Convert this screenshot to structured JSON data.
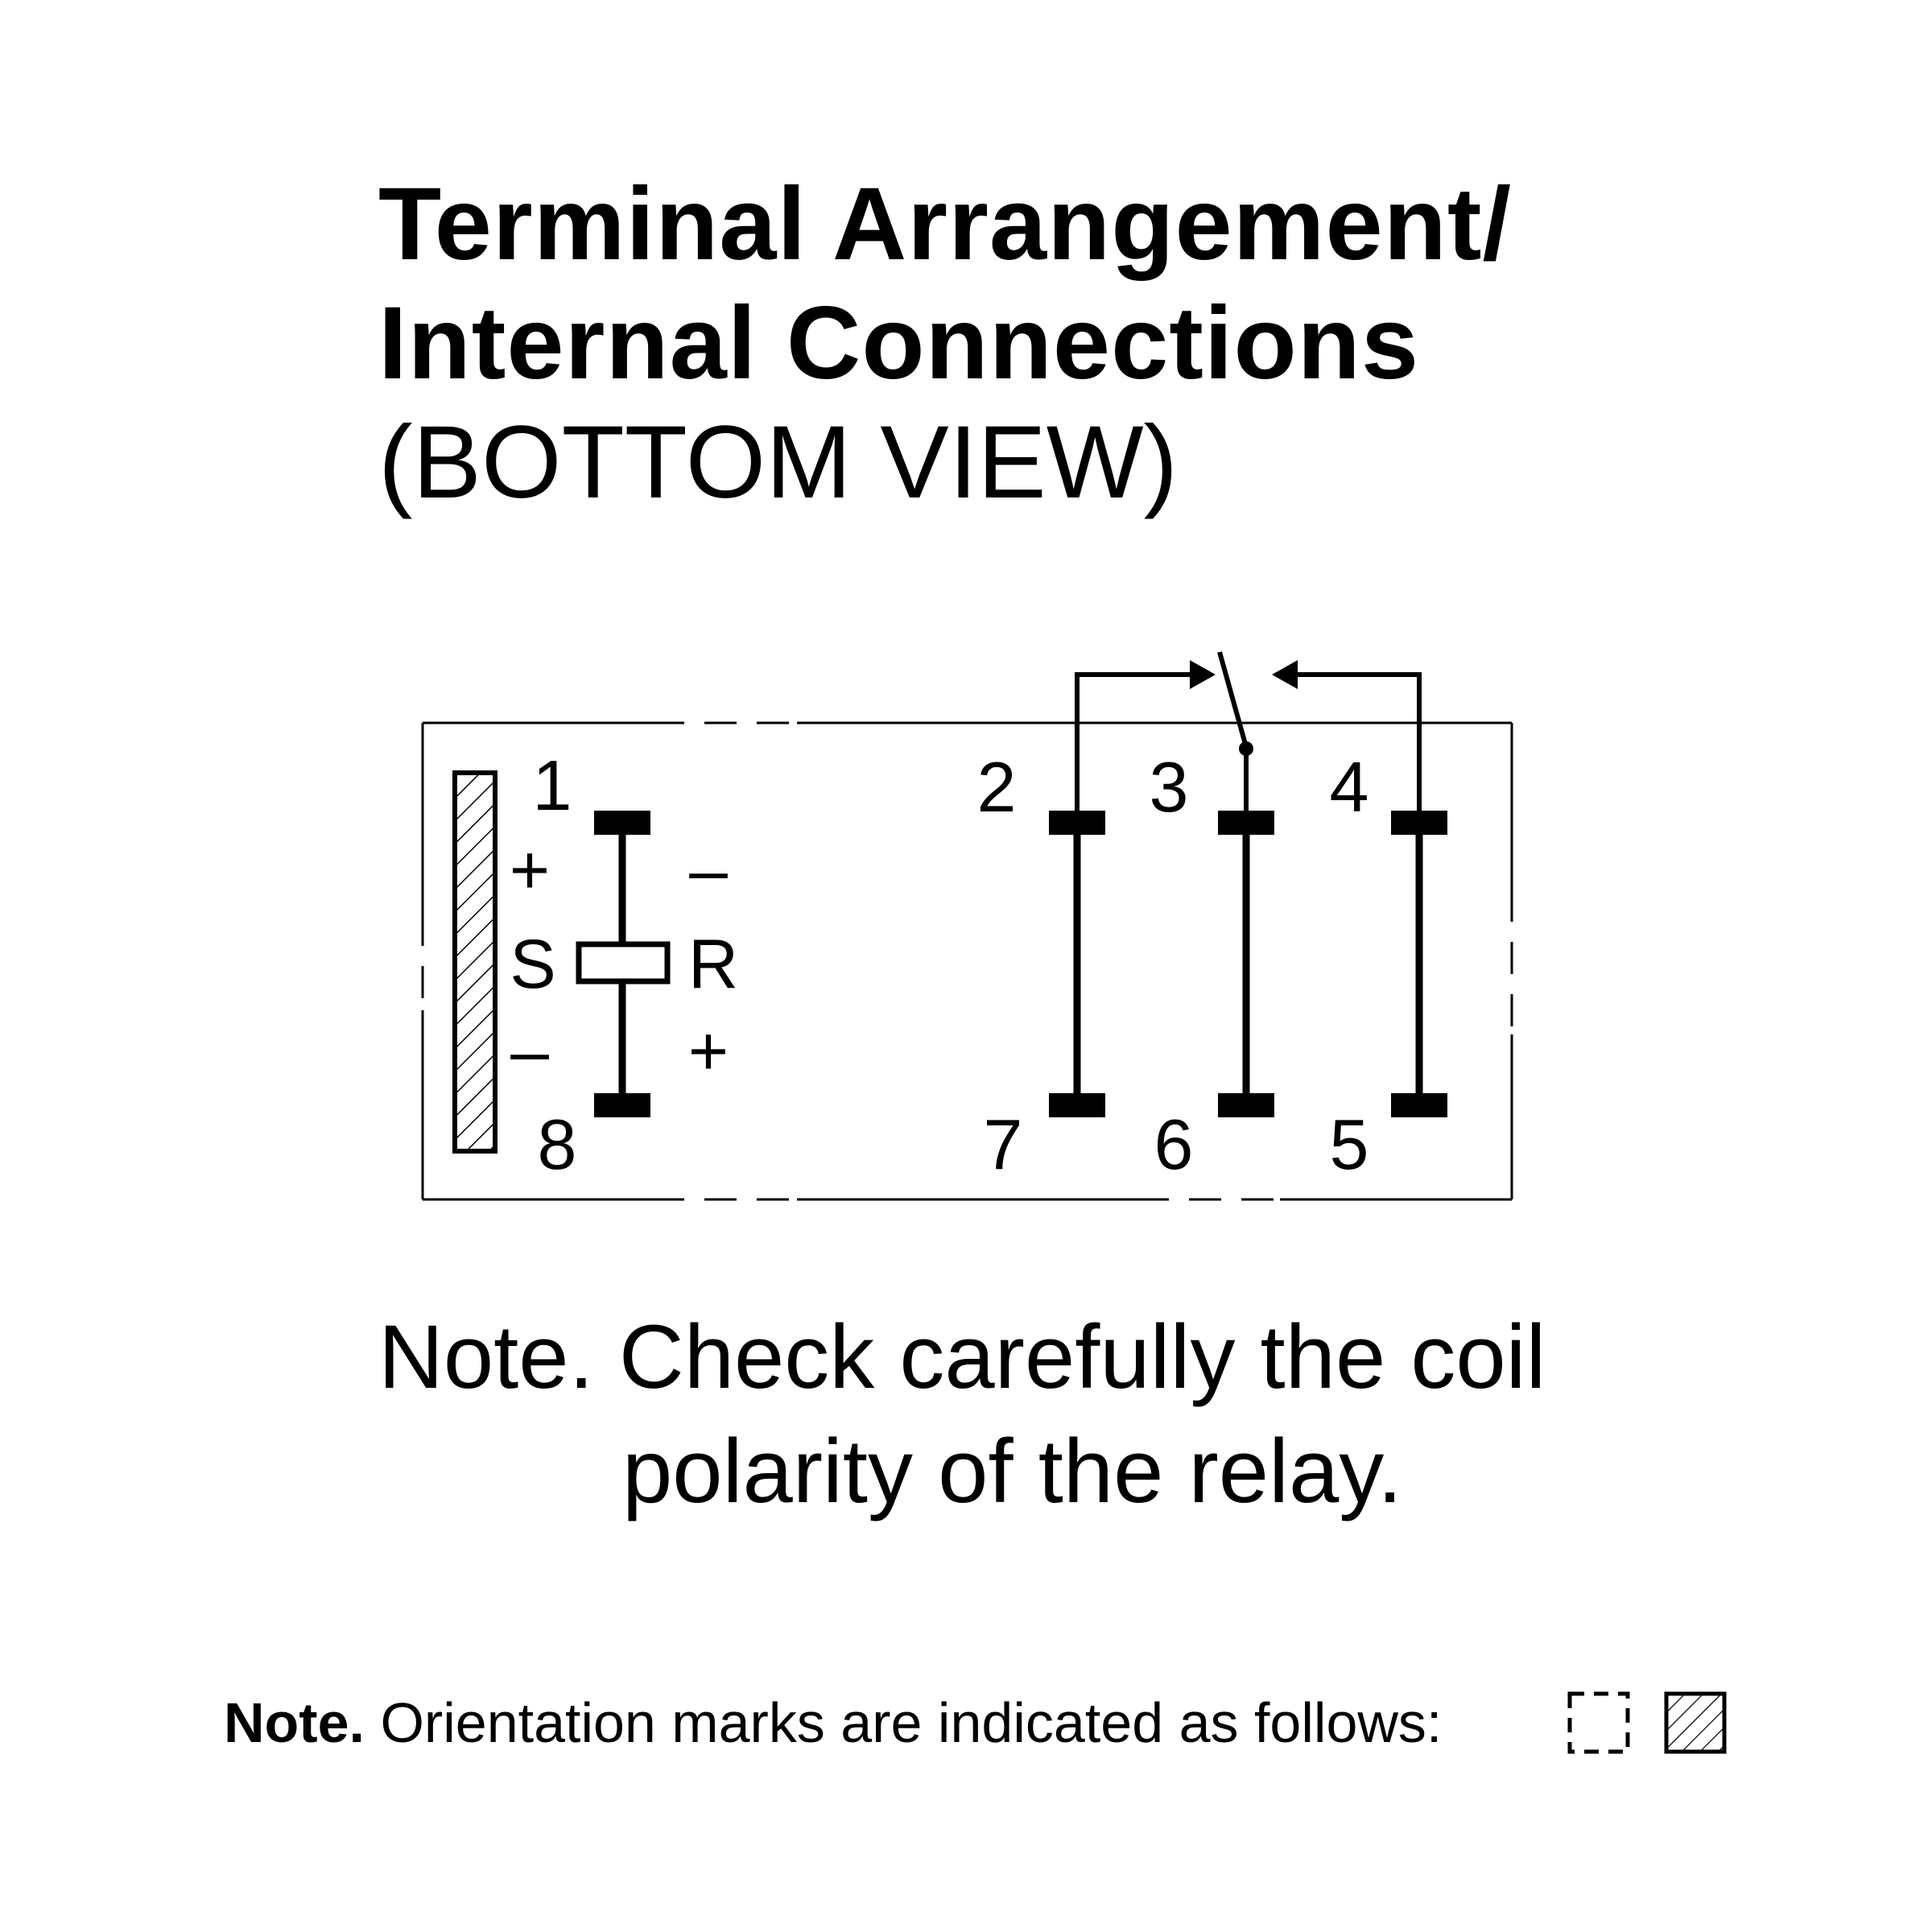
{
  "title": {
    "line1": "Terminal Arrangement/",
    "line2": "Internal Connections",
    "line3": "(BOTTOM VIEW)"
  },
  "diagram": {
    "terminals": {
      "t1": "1",
      "t2": "2",
      "t3": "3",
      "t4": "4",
      "t5": "5",
      "t6": "6",
      "t7": "7",
      "t8": "8"
    },
    "coil": {
      "set_label": "S",
      "reset_label": "R",
      "set_top_sign": "+",
      "set_bottom_sign": "–",
      "reset_top_sign": "–",
      "reset_bottom_sign": "+"
    }
  },
  "note_main": {
    "line1": "Note. Check carefully the coil",
    "line2": "polarity of the relay."
  },
  "note_bottom": {
    "prefix": "Note.",
    "text": " Orientation marks are indicated as follows:"
  }
}
